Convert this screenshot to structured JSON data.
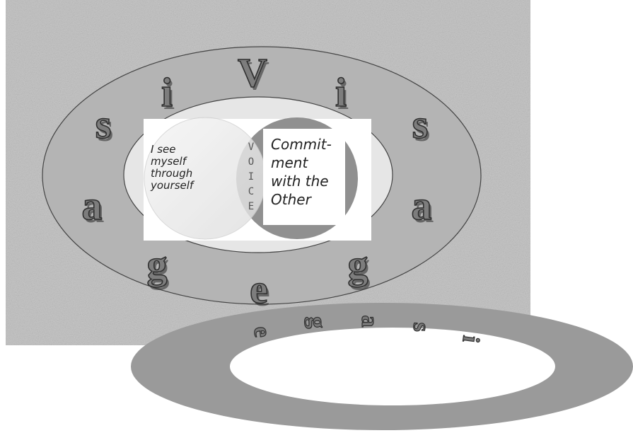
{
  "ring_letters": [
    "s",
    "i",
    "V",
    "i",
    "s",
    "a",
    "g",
    "e",
    "g",
    "a"
  ],
  "reflection_letters": [
    "i",
    "s",
    "a",
    "g",
    "e"
  ],
  "venn": {
    "left_lines": [
      "I see",
      "myself",
      "through",
      "yourself"
    ],
    "right_lines": [
      "Commit-",
      "ment",
      "with the",
      "Other"
    ],
    "center_letters": [
      "V",
      "O",
      "I",
      "C",
      "E"
    ]
  },
  "colors": {
    "background_texture": "#c8c8c8",
    "outer_ring": "#b4b4b4",
    "inner_ellipse": "#e6e6e6",
    "reflection_ring": "#9a9a9a",
    "venn_right_circle": "#8a8a8a",
    "venn_left_circle": "#ededed"
  }
}
